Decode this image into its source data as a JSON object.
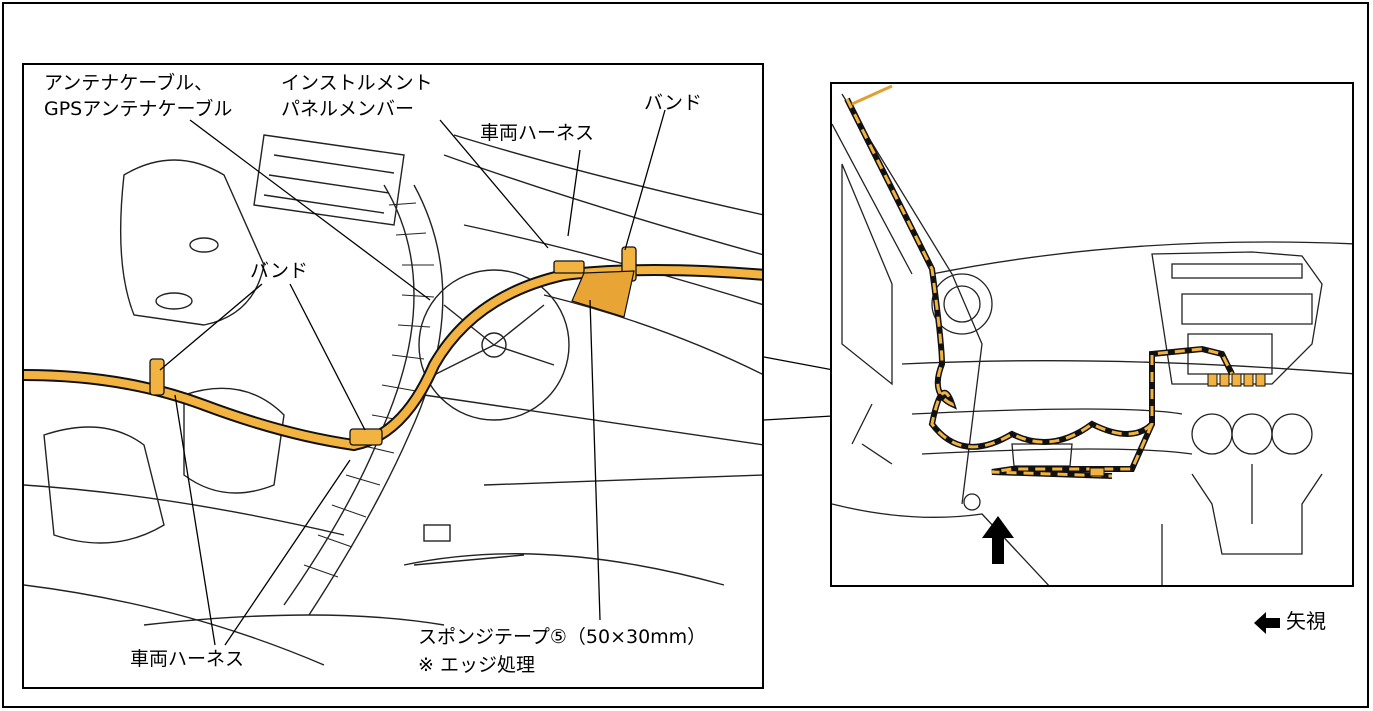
{
  "labels": {
    "antenna_cable_1": "アンテナケーブル、",
    "antenna_cable_2": "GPSアンテナケーブル",
    "instrument_panel_1": "インストルメント",
    "instrument_panel_2": "パネルメンバー",
    "vehicle_harness_top": "車両ハーネス",
    "band_top_right": "バンド",
    "band_middle": "バンド",
    "vehicle_harness_bottom": "車両ハーネス",
    "sponge_tape": "スポンジテープ⑤（50×30mm）",
    "edge_treatment": "※ エッジ処理",
    "arrow_view": "矢視"
  },
  "icons": {
    "view_arrow": "left-arrow-icon"
  },
  "colors": {
    "harness": "#f2b340",
    "line": "#111111"
  }
}
